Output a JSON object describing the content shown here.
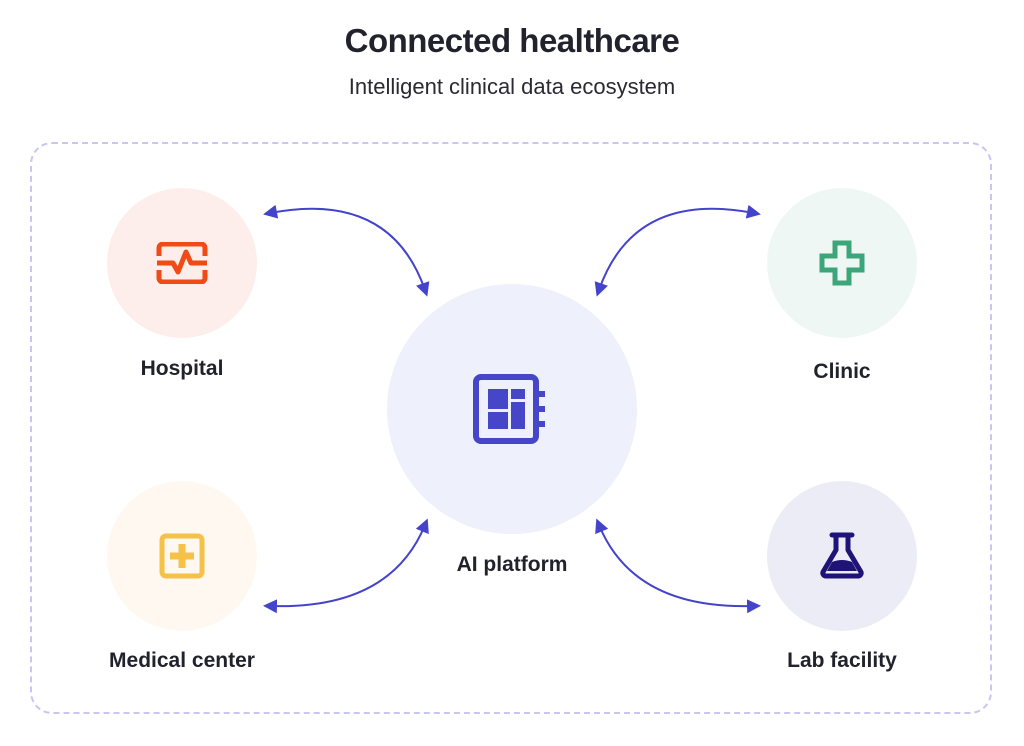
{
  "header": {
    "title": "Connected healthcare",
    "subtitle": "Intelligent clinical data ecosystem"
  },
  "center": {
    "label": "AI platform",
    "icon": "circuit-board-icon",
    "bg": "#eef0fb",
    "color": "#4646c8"
  },
  "nodes": [
    {
      "id": "hospital",
      "label": "Hospital",
      "icon": "heart-monitor-icon",
      "bg": "#fdeeeb",
      "color": "#f04b16"
    },
    {
      "id": "clinic",
      "label": "Clinic",
      "icon": "medical-cross-icon",
      "bg": "#eff7f4",
      "color": "#3ca57a"
    },
    {
      "id": "medical-center",
      "label": "Medical center",
      "icon": "plus-square-icon",
      "bg": "#fff8f0",
      "color": "#f6c149"
    },
    {
      "id": "lab-facility",
      "label": "Lab facility",
      "icon": "flask-icon",
      "bg": "#ececf6",
      "color": "#1e1478"
    }
  ],
  "connections": [
    {
      "from": "hospital",
      "to": "AI platform",
      "direction": "bidirectional"
    },
    {
      "from": "clinic",
      "to": "AI platform",
      "direction": "bidirectional"
    },
    {
      "from": "medical-center",
      "to": "AI platform",
      "direction": "bidirectional"
    },
    {
      "from": "lab-facility",
      "to": "AI platform",
      "direction": "bidirectional"
    }
  ],
  "arrow_color": "#4343cc"
}
